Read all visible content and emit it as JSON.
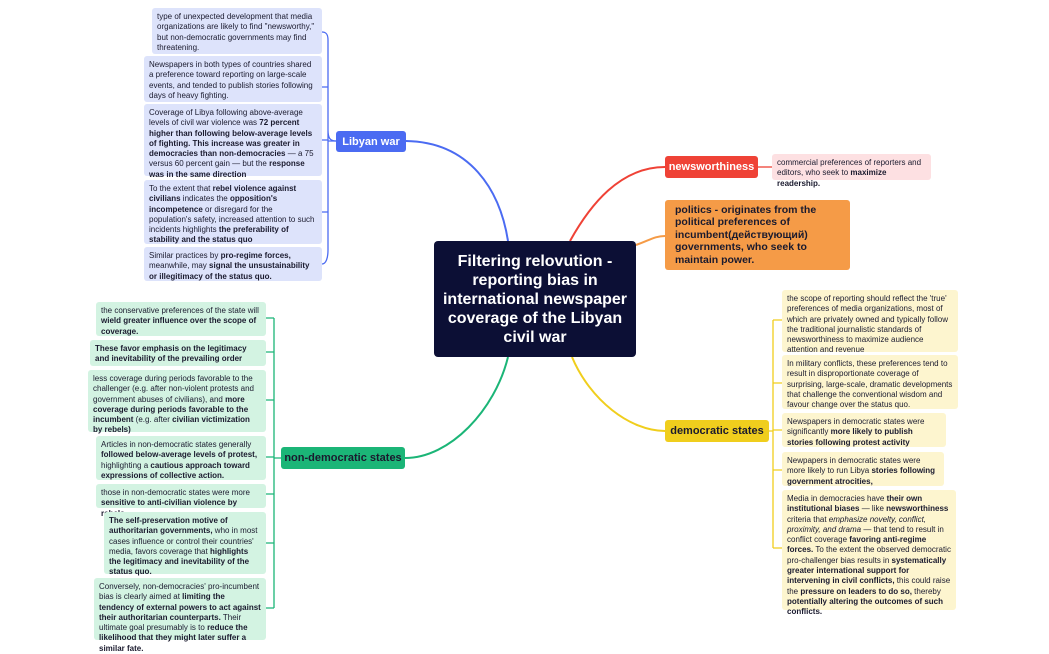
{
  "root": {
    "title": "Filtering relovution - reporting bias in international newspaper coverage of the Libyan civil war"
  },
  "libyan_war": {
    "label": "Libyan war",
    "items": [
      [
        {
          "t": " type of unexpected development that media organizations are likely to find \"newsworthy,\" but non-democratic governments may find threatening.",
          "b": false
        }
      ],
      [
        {
          "t": "Newspapers in both types of countries shared a preference toward reporting on large-scale events, and tended to publish stories following days of heavy fighting.",
          "b": false
        }
      ],
      [
        {
          "t": " Coverage of Libya following above-average levels of civil war violence was ",
          "b": false
        },
        {
          "t": "72 percent higher than following below-average levels of fighting. This increase was greater in democracies than non-democracies",
          "b": true
        },
        {
          "t": " — a 75 versus 60 percent gain — but the ",
          "b": false
        },
        {
          "t": "response was in the same direction",
          "b": true
        }
      ],
      [
        {
          "t": " To the extent that ",
          "b": false
        },
        {
          "t": "rebel violence against civilians",
          "b": true
        },
        {
          "t": " indicates the ",
          "b": false
        },
        {
          "t": "opposition's incompetence",
          "b": true
        },
        {
          "t": " or disregard for the population's safety, increased attention to such incidents highlights ",
          "b": false
        },
        {
          "t": "the preferability of stability and the status quo",
          "b": true
        }
      ],
      [
        {
          "t": "Similar practices by ",
          "b": false
        },
        {
          "t": "pro-regime forces,",
          "b": true
        },
        {
          "t": " meanwhile, may ",
          "b": false
        },
        {
          "t": "signal the unsustainability or illegitimacy of the status quo.",
          "b": true
        }
      ]
    ]
  },
  "newsworthiness": {
    "label": "newsworthiness",
    "items": [
      [
        {
          "t": "commercial preferences of reporters and editors, who seek to ",
          "b": false
        },
        {
          "t": "maximize readership.",
          "b": true
        }
      ]
    ]
  },
  "politics": {
    "label": "politics -  originates from the political preferences of incumbent(действующий) governments, who seek to maintain power."
  },
  "democratic_states": {
    "label": "democratic states",
    "items": [
      [
        {
          "t": "the scope of reporting should reflect the 'true' preferences of media organizations, most of which are privately owned and typically follow the traditional journalistic standards of newsworthiness to maximize audience attention and revenue",
          "b": false
        }
      ],
      [
        {
          "t": " In military conflicts, these preferences tend to result in disproportionate coverage of surprising, large-scale, dramatic developments that challenge the conventional wisdom and favour change over the status quo.",
          "b": false
        }
      ],
      [
        {
          "t": "Newspapers in democratic states were significantly ",
          "b": false
        },
        {
          "t": "more likely to publish stories following protest activity",
          "b": true
        }
      ],
      [
        {
          "t": "Newpapers in democratic states were more likely to run Libya ",
          "b": false
        },
        {
          "t": "stories following government atrocities,",
          "b": true
        }
      ],
      [
        {
          "t": "Media in democracies have ",
          "b": false
        },
        {
          "t": "their own institutional biases",
          "b": true
        },
        {
          "t": " — like ",
          "b": false
        },
        {
          "t": "newsworthiness",
          "b": true
        },
        {
          "t": " criteria that ",
          "b": false
        },
        {
          "t": "emphasize novelty, conflict, proximity, and drama",
          "b": false,
          "i": true
        },
        {
          "t": " — that tend to result in conflict coverage ",
          "b": false
        },
        {
          "t": "favoring anti-regime forces.",
          "b": true
        },
        {
          "t": " To the extent the observed democratic pro-challenger bias results in ",
          "b": false
        },
        {
          "t": "systematically greater international support for intervening in civil conflicts,",
          "b": true
        },
        {
          "t": " this could raise the ",
          "b": false
        },
        {
          "t": "pressure on leaders to do so,",
          "b": true
        },
        {
          "t": " thereby ",
          "b": false
        },
        {
          "t": "potentially altering the outcomes of such conflicts.",
          "b": true
        }
      ]
    ]
  },
  "non_democratic_states": {
    "label": "non-democratic states",
    "items": [
      [
        {
          "t": "the conservative preferences of the state will ",
          "b": false
        },
        {
          "t": "wield greater influence over the scope of coverage.",
          "b": true
        }
      ],
      [
        {
          "t": "These favor emphasis on the legitimacy and inevitability of the prevailing order",
          "b": true
        }
      ],
      [
        {
          "t": "less coverage during periods favorable to the challenger (e.g. after non-violent protests and government abuses of civilians), and ",
          "b": false
        },
        {
          "t": "more coverage during periods favorable to the incumbent",
          "b": true
        },
        {
          "t": " (e.g. after ",
          "b": false
        },
        {
          "t": "civilian victimization by rebels)",
          "b": true
        }
      ],
      [
        {
          "t": "Articles in non-democratic states generally ",
          "b": false
        },
        {
          "t": "followed below-average levels of protest,",
          "b": true
        },
        {
          "t": " highlighting a ",
          "b": false
        },
        {
          "t": "cautious approach toward expressions of collective action.",
          "b": true
        }
      ],
      [
        {
          "t": " those in non-democratic states were more ",
          "b": false
        },
        {
          "t": "sensitive to anti-civilian violence by rebels.",
          "b": true
        }
      ],
      [
        {
          "t": "The self-preservation motive of authoritarian governments,",
          "b": true
        },
        {
          "t": " who in most cases influence or control their countries' media, favors coverage that ",
          "b": false
        },
        {
          "t": "highlights the legitimacy and inevitability of the status quo.",
          "b": true
        }
      ],
      [
        {
          "t": "Conversely, non-democracies' pro-incumbent bias is clearly aimed at ",
          "b": false
        },
        {
          "t": "limiting the tendency of external powers to act against their authoritarian counterparts.",
          "b": true
        },
        {
          "t": " Their ultimate goal presumably is to ",
          "b": false
        },
        {
          "t": "reduce the likelihood that they might later suffer a similar fate.",
          "b": true
        }
      ]
    ]
  },
  "colors": {
    "root_bg": "#0c0f35",
    "libyan_war": "#4b6bf2",
    "newsworthiness": "#ef4236",
    "politics": "#f59b47",
    "democratic_states": "#f0ce1d",
    "non_democratic_states": "#1bb577"
  }
}
